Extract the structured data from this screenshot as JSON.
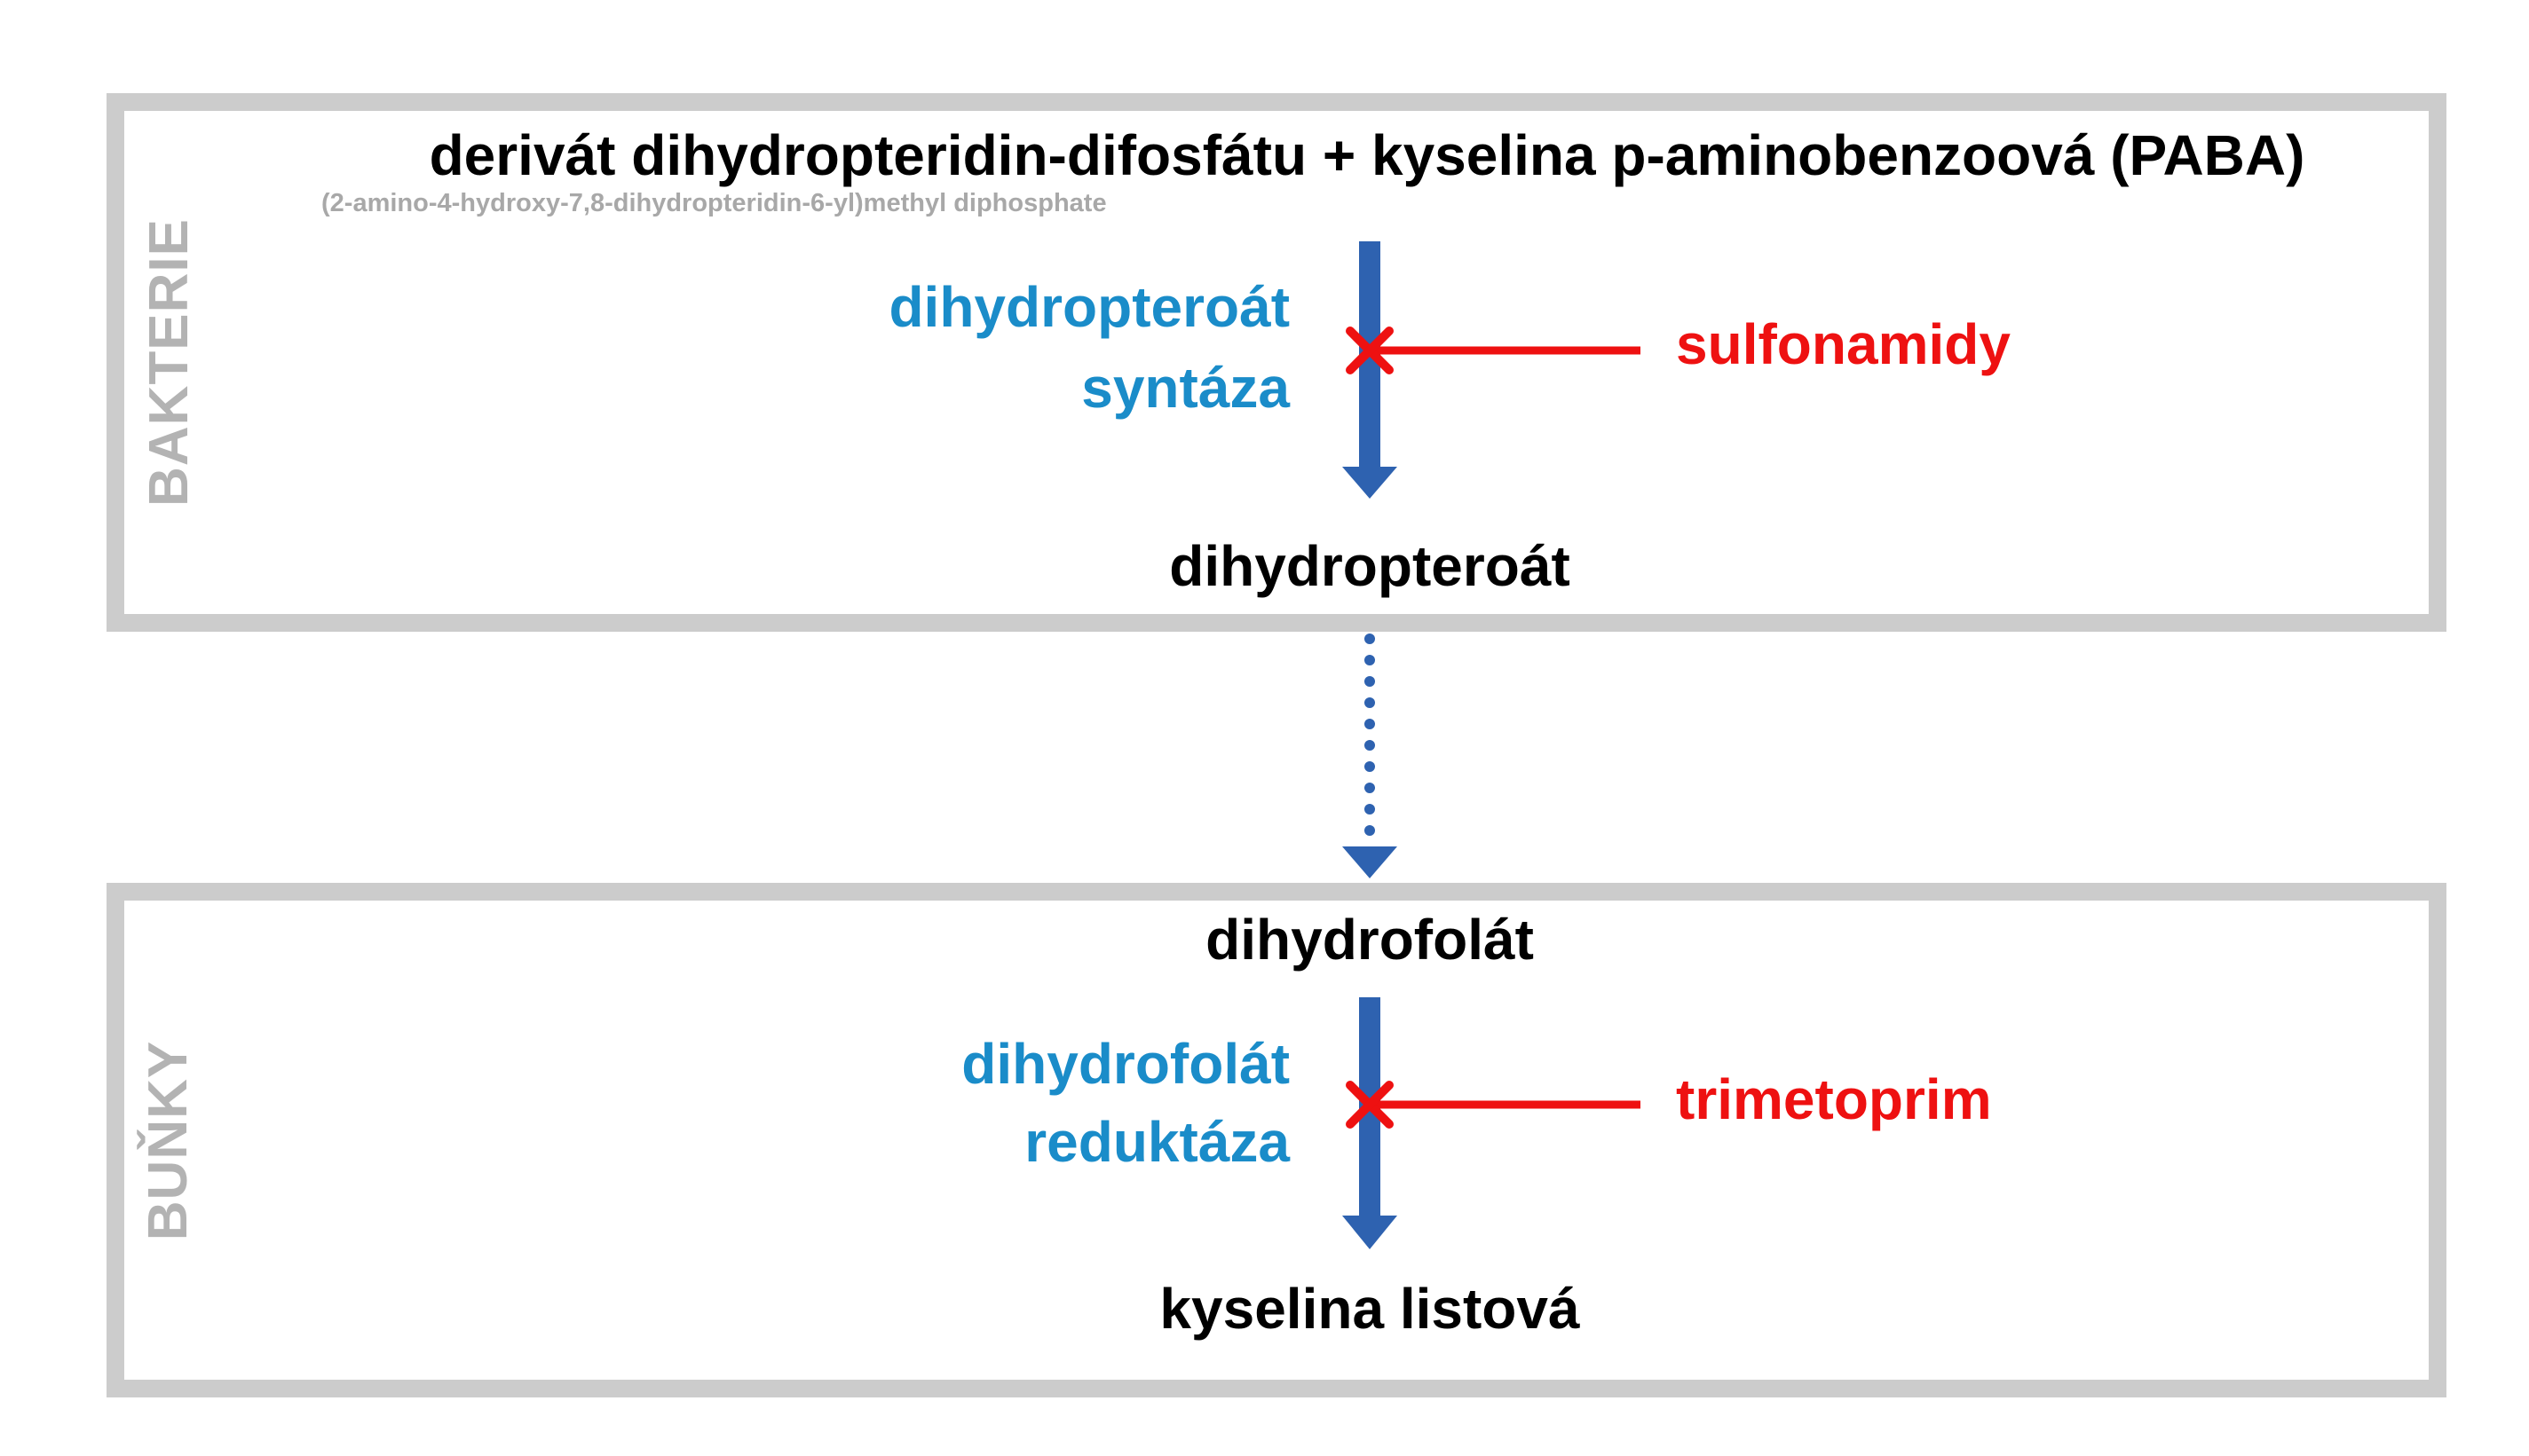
{
  "colors": {
    "frame": "#cccccc",
    "arrow": "#2e62b0",
    "enzyme": "#1a8cc9",
    "inhibitor": "#ee1111",
    "compound": "#000000",
    "subtitle": "#a8a8a8"
  },
  "bacteria_panel": {
    "label": "BAKTERIE",
    "substrate": "derivát dihydropteridin-difosfátu + kyselina p-aminobenzoová (PABA)",
    "substrate_note": "(2-amino-4-hydroxy-7,8-dihydropteridin-6-yl)methyl diphosphate",
    "enzyme_line1": "dihydropteroát",
    "enzyme_line2": "syntáza",
    "inhibitor": "sulfonamidy",
    "product": "dihydropteroát"
  },
  "cells_panel": {
    "label": "BUŇKY",
    "substrate": "dihydrofolát",
    "enzyme_line1": "dihydrofolát",
    "enzyme_line2": "reduktáza",
    "inhibitor": "trimetoprim",
    "product": "kyselina listová"
  },
  "icons": {
    "reaction_arrow": "down-arrow-icon",
    "transition_arrow": "dotted-down-arrow-icon",
    "inhibition_mark": "cross-icon"
  }
}
